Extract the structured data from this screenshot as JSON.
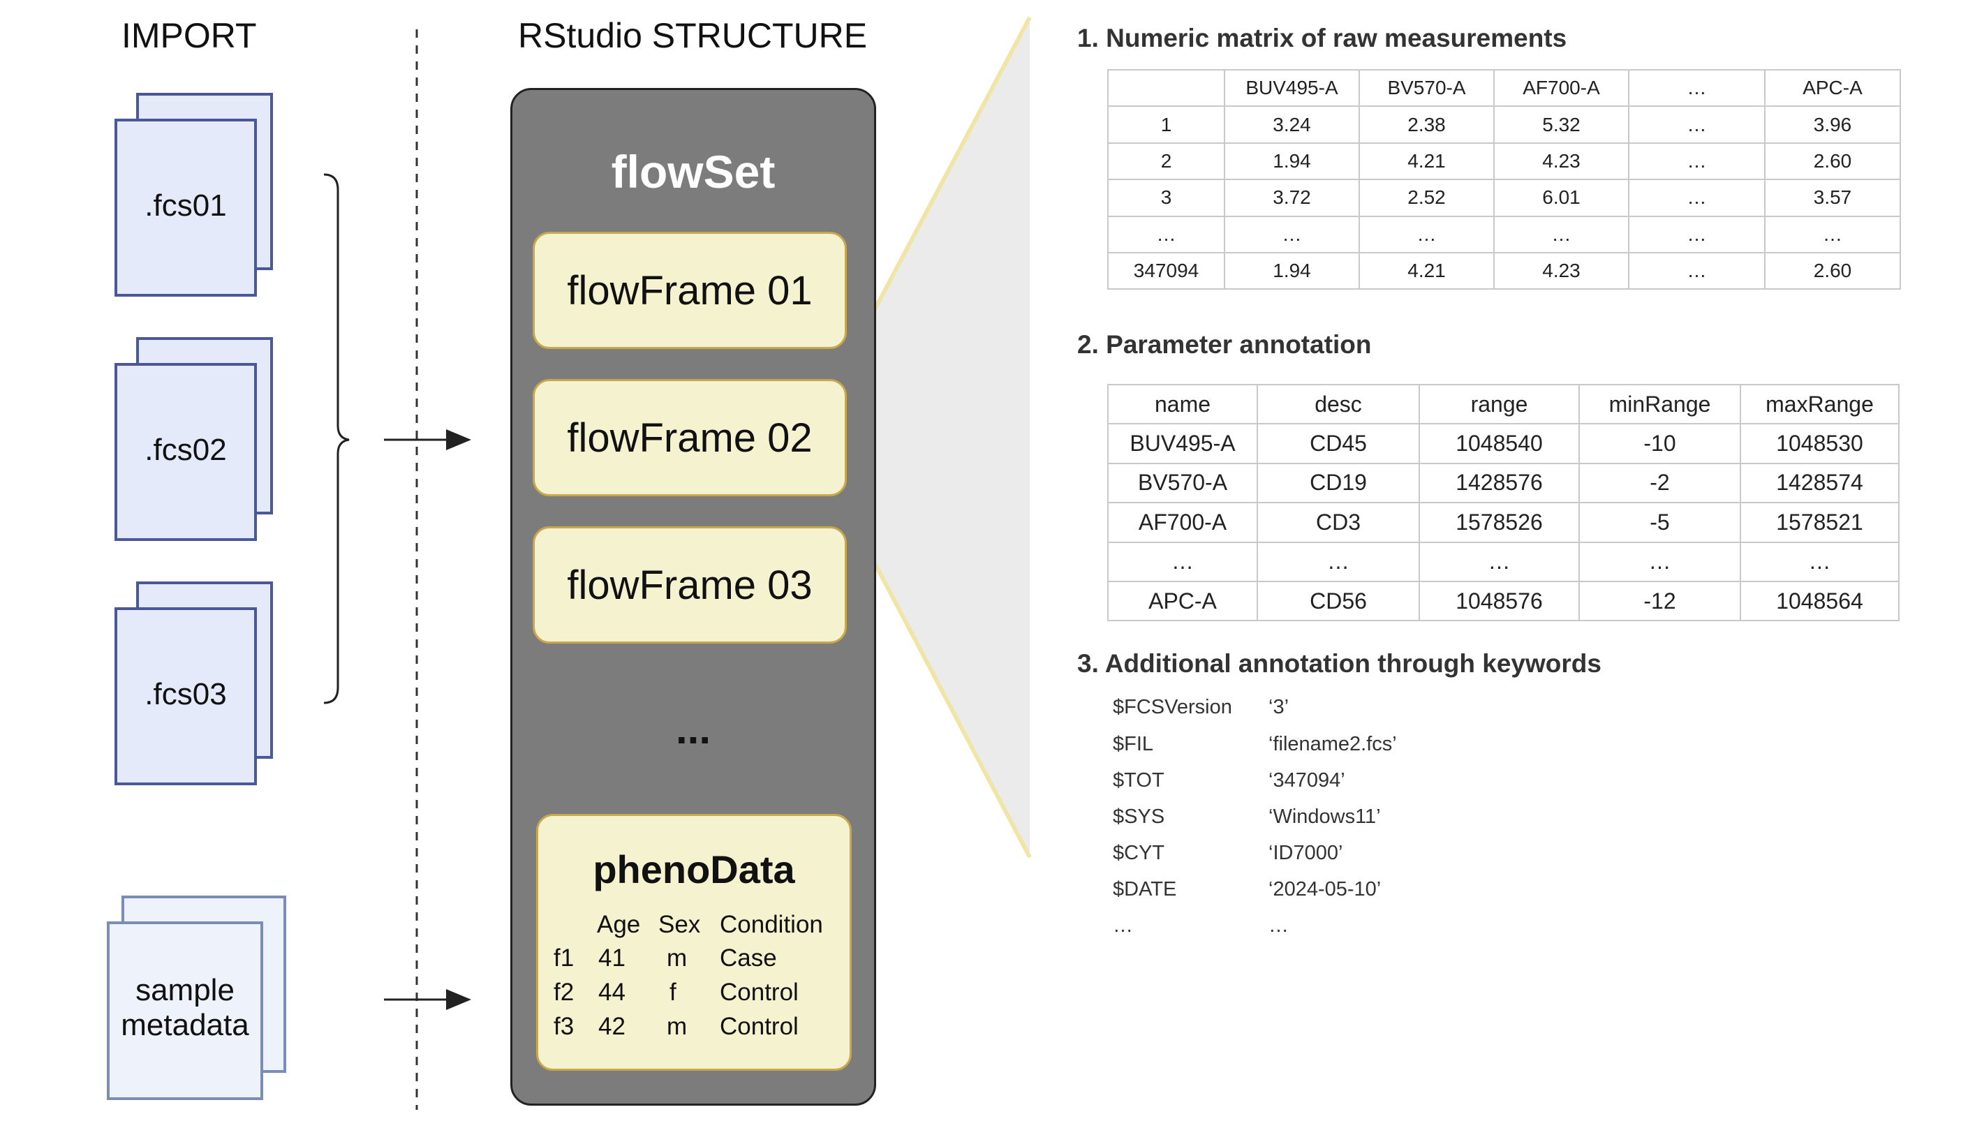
{
  "import": {
    "heading": "IMPORT",
    "files": [
      ".fcs01",
      ".fcs02",
      ".fcs03"
    ],
    "metadata_label": [
      "sample",
      "metadata"
    ]
  },
  "structure": {
    "heading": "RStudio STRUCTURE",
    "flowset_title": "flowSet",
    "frames": [
      "flowFrame 01",
      "flowFrame 02",
      "flowFrame 03"
    ],
    "ellipsis": "...",
    "phenodata": {
      "title": "phenoData",
      "columns": [
        "Age",
        "Sex",
        "Condition"
      ],
      "rows": [
        {
          "id": "f1",
          "age": "41",
          "sex": "m",
          "condition": "Case"
        },
        {
          "id": "f2",
          "age": "44",
          "sex": "f",
          "condition": "Control"
        },
        {
          "id": "f3",
          "age": "42",
          "sex": "m",
          "condition": "Control"
        }
      ]
    }
  },
  "detail": {
    "section1": {
      "title": "1. Numeric matrix of raw measurements",
      "header": [
        "",
        "BUV495-A",
        "BV570-A",
        "AF700-A",
        "…",
        "APC-A"
      ],
      "rows": [
        [
          "1",
          "3.24",
          "2.38",
          "5.32",
          "…",
          "3.96"
        ],
        [
          "2",
          "1.94",
          "4.21",
          "4.23",
          "…",
          "2.60"
        ],
        [
          "3",
          "3.72",
          "2.52",
          "6.01",
          "…",
          "3.57"
        ],
        [
          "…",
          "…",
          "…",
          "…",
          "…",
          "…"
        ],
        [
          "347094",
          "1.94",
          "4.21",
          "4.23",
          "…",
          "2.60"
        ]
      ]
    },
    "section2": {
      "title": "2. Parameter annotation",
      "header": [
        "name",
        "desc",
        "range",
        "minRange",
        "maxRange"
      ],
      "rows": [
        [
          "BUV495-A",
          "CD45",
          "1048540",
          "-10",
          "1048530"
        ],
        [
          "BV570-A",
          "CD19",
          "1428576",
          "-2",
          "1428574"
        ],
        [
          "AF700-A",
          "CD3",
          "1578526",
          "-5",
          "1578521"
        ],
        [
          "…",
          "…",
          "…",
          "…",
          "…"
        ],
        [
          "APC-A",
          "CD56",
          "1048576",
          "-12",
          "1048564"
        ]
      ]
    },
    "section3": {
      "title": "3. Additional annotation through keywords",
      "keywords": [
        {
          "key": "$FCSVersion",
          "value": "‘3’"
        },
        {
          "key": "$FIL",
          "value": "‘filename2.fcs’"
        },
        {
          "key": "$TOT",
          "value": "‘347094’"
        },
        {
          "key": "$SYS",
          "value": "‘Windows11’"
        },
        {
          "key": "$CYT",
          "value": "‘ID7000’"
        },
        {
          "key": "$DATE",
          "value": "‘2024-05-10’"
        },
        {
          "key": "…",
          "value": "…"
        }
      ]
    }
  },
  "colors": {
    "file_border": "#4a5898",
    "file_fill": "#e4eafa",
    "flowset_fill": "#7c7c7c",
    "frame_fill": "#f5f2d0",
    "frame_border": "#c8a84a",
    "zoom_fill": "#ebebeb",
    "zoom_line": "#f0e4a6"
  }
}
